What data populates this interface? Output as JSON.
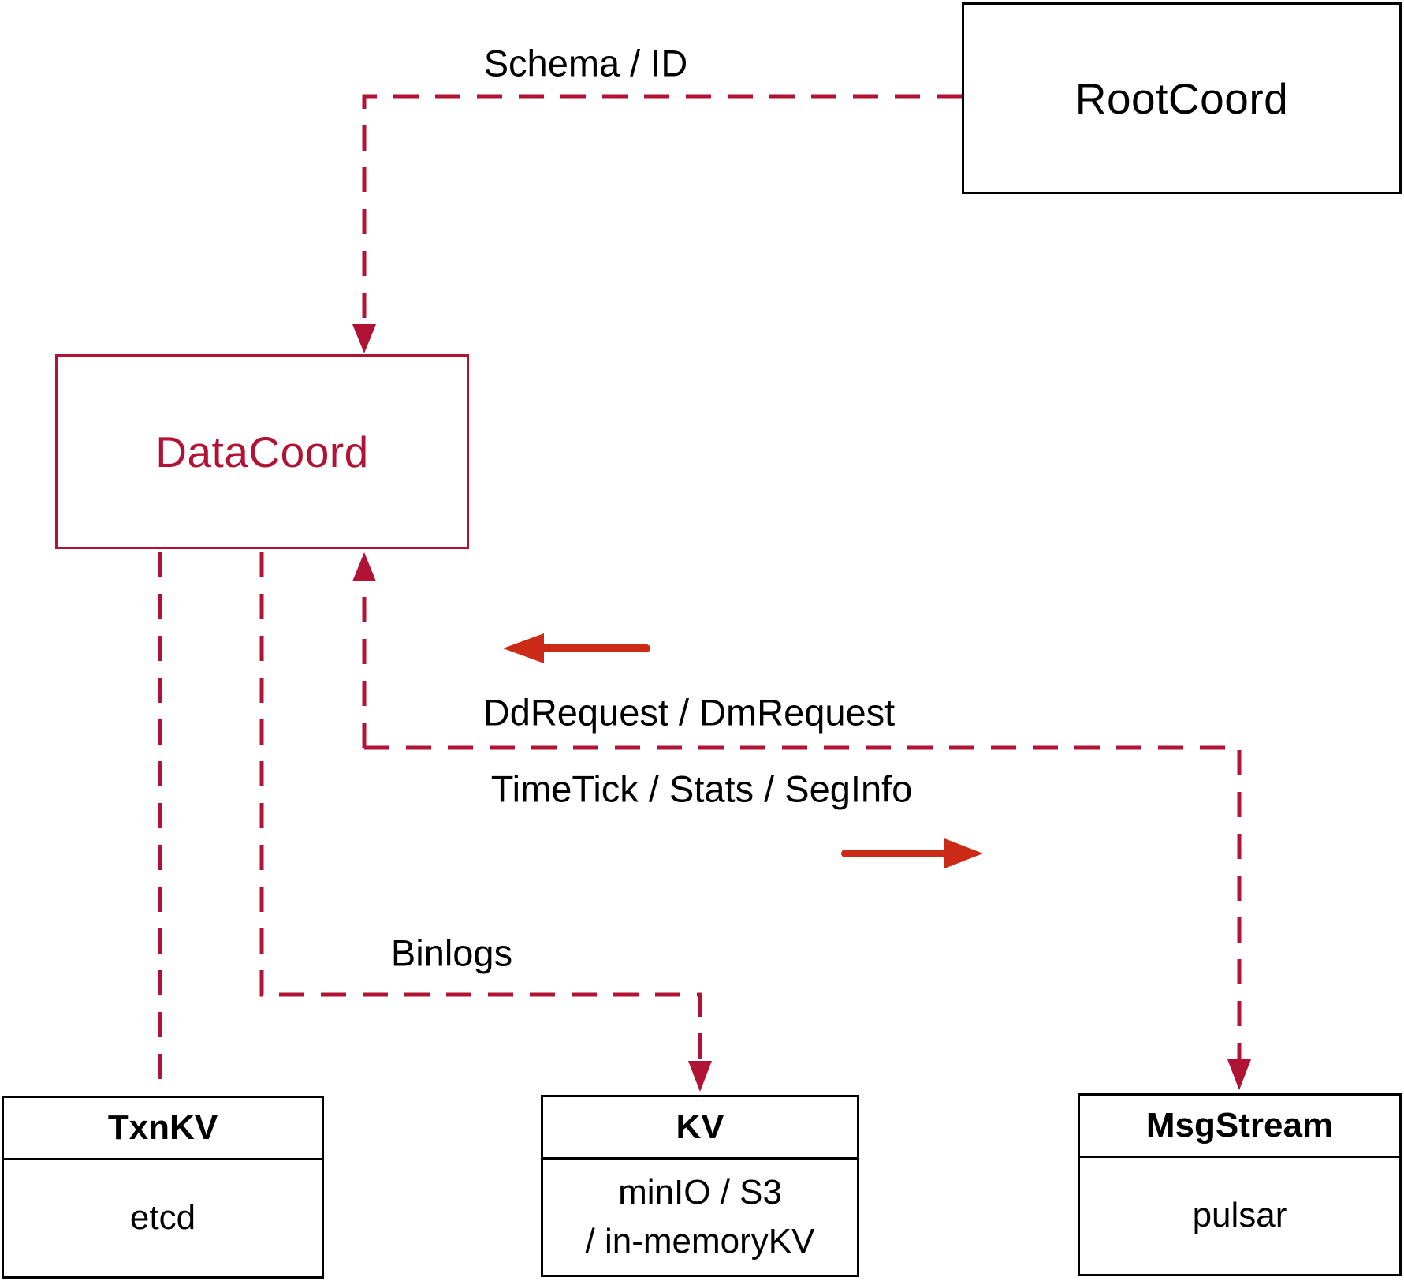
{
  "colors": {
    "connector_dashed": "#b11335",
    "arrow_solid": "#cb2b16",
    "node_border": "#000000",
    "text": "#000000",
    "background": "#ffffff"
  },
  "nodes": {
    "rootcoord": {
      "label": "RootCoord"
    },
    "datacoord": {
      "label": "DataCoord"
    },
    "txnkv": {
      "title": "TxnKV",
      "value": "etcd"
    },
    "kv": {
      "title": "KV",
      "value_line1": "minIO / S3",
      "value_line2": "/ in-memoryKV"
    },
    "msgstream": {
      "title": "MsgStream",
      "value": "pulsar"
    }
  },
  "edge_labels": {
    "schema_id": "Schema / ID",
    "ddrequest": "DdRequest / DmRequest",
    "timetick": "TimeTick / Stats / SegInfo",
    "binlogs": "Binlogs"
  }
}
